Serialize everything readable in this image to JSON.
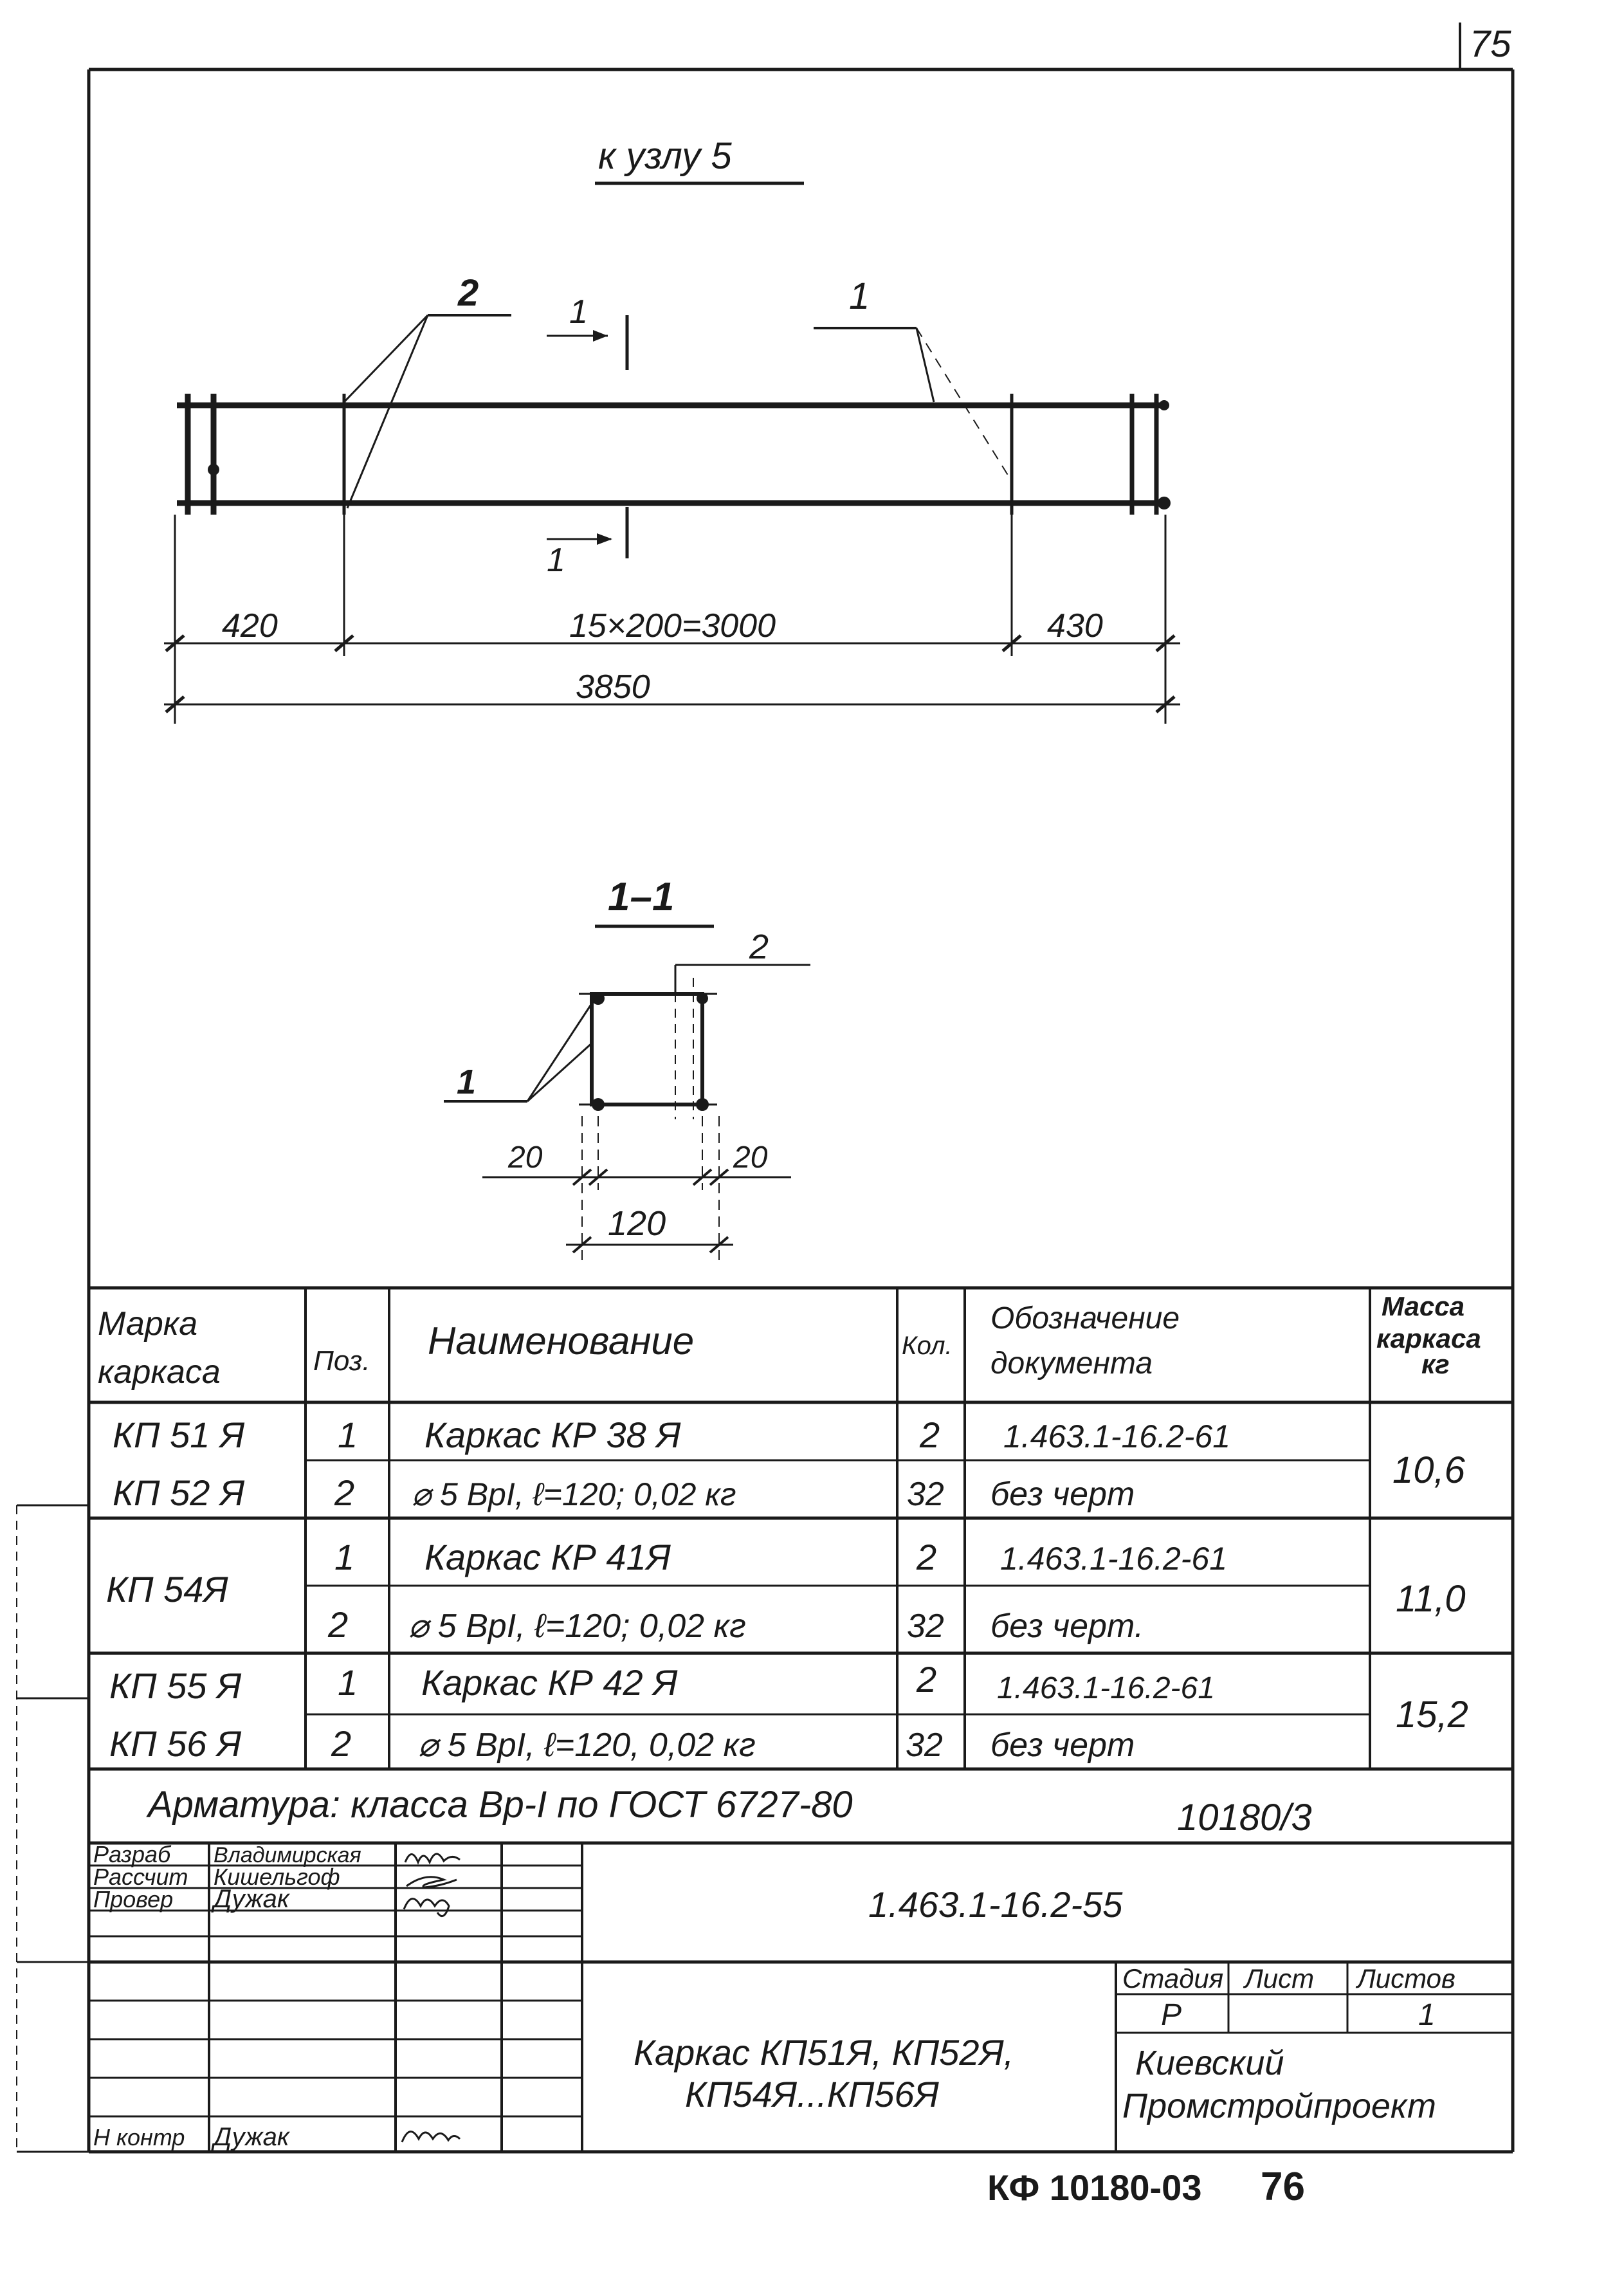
{
  "page_number": "75",
  "footer_code": "КФ 10180-03",
  "footer_sheet": "76",
  "node_title": "к узлу 5",
  "leaders": {
    "pos2_top": "2",
    "pos1_top": "1",
    "pos1_section": "1",
    "pos2_section": "2"
  },
  "section_marks": {
    "top": "1",
    "bottom": "1"
  },
  "dimensions": {
    "left": "420",
    "middle": "15×200=3000",
    "right": "430",
    "total": "3850",
    "sec_left": "20",
    "sec_right": "20",
    "sec_width": "120"
  },
  "section_title": "1–1",
  "spec_table": {
    "headers": {
      "mark": [
        "Марка",
        "каркаса"
      ],
      "pos": "Поз.",
      "name": "Наименование",
      "qty": "Кол.",
      "doc": [
        "Обозначение",
        "документа"
      ],
      "mass": [
        "Масса",
        "каркаса",
        "кг"
      ]
    },
    "groups": [
      {
        "marks": [
          "КП 51 Я",
          "КП 52 Я"
        ],
        "mass": "10,6",
        "rows": [
          {
            "pos": "1",
            "name": "Каркас КР 38 Я",
            "qty": "2",
            "doc": "1.463.1-16.2-61"
          },
          {
            "pos": "2",
            "name": "⌀ 5 BpI, ℓ=120; 0,02 кг",
            "qty": "32",
            "doc": "без черт"
          }
        ]
      },
      {
        "marks": [
          "КП 54Я"
        ],
        "mass": "11,0",
        "rows": [
          {
            "pos": "1",
            "name": "Каркас КР 41Я",
            "qty": "2",
            "doc": "1.463.1-16.2-61"
          },
          {
            "pos": "2",
            "name": "⌀ 5 BpI, ℓ=120; 0,02 кг",
            "qty": "32",
            "doc": "без черт."
          }
        ]
      },
      {
        "marks": [
          "КП 55 Я",
          "КП 56 Я"
        ],
        "mass": "15,2",
        "rows": [
          {
            "pos": "1",
            "name": "Каркас КР 42 Я",
            "qty": "2",
            "doc": "1.463.1-16.2-61"
          },
          {
            "pos": "2",
            "name": "⌀ 5 BpI, ℓ=120, 0,02 кг",
            "qty": "32",
            "doc": "без черт"
          }
        ]
      }
    ],
    "note": "Арматура: класса Bp-I по ГОСТ 6727-80",
    "note_code": "10180/3"
  },
  "title_block": {
    "staff": [
      {
        "role": "Разраб",
        "name": "Владимирская"
      },
      {
        "role": "Рассчит",
        "name": "Кишельгоф"
      },
      {
        "role": "Провер",
        "name": "Дужак"
      },
      {
        "role": "Н контр",
        "name": "Дужак"
      }
    ],
    "designation": "1.463.1-16.2-55",
    "drawing_title": [
      "Каркас КП51Я, КП52Я,",
      "КП54Я...КП56Я"
    ],
    "stage_header": "Стадия",
    "sheet_header": "Лист",
    "sheets_header": "Листов",
    "stage": "Р",
    "sheet": "",
    "sheets": "1",
    "organization": [
      "Киевский",
      "Промстройпроект"
    ]
  }
}
